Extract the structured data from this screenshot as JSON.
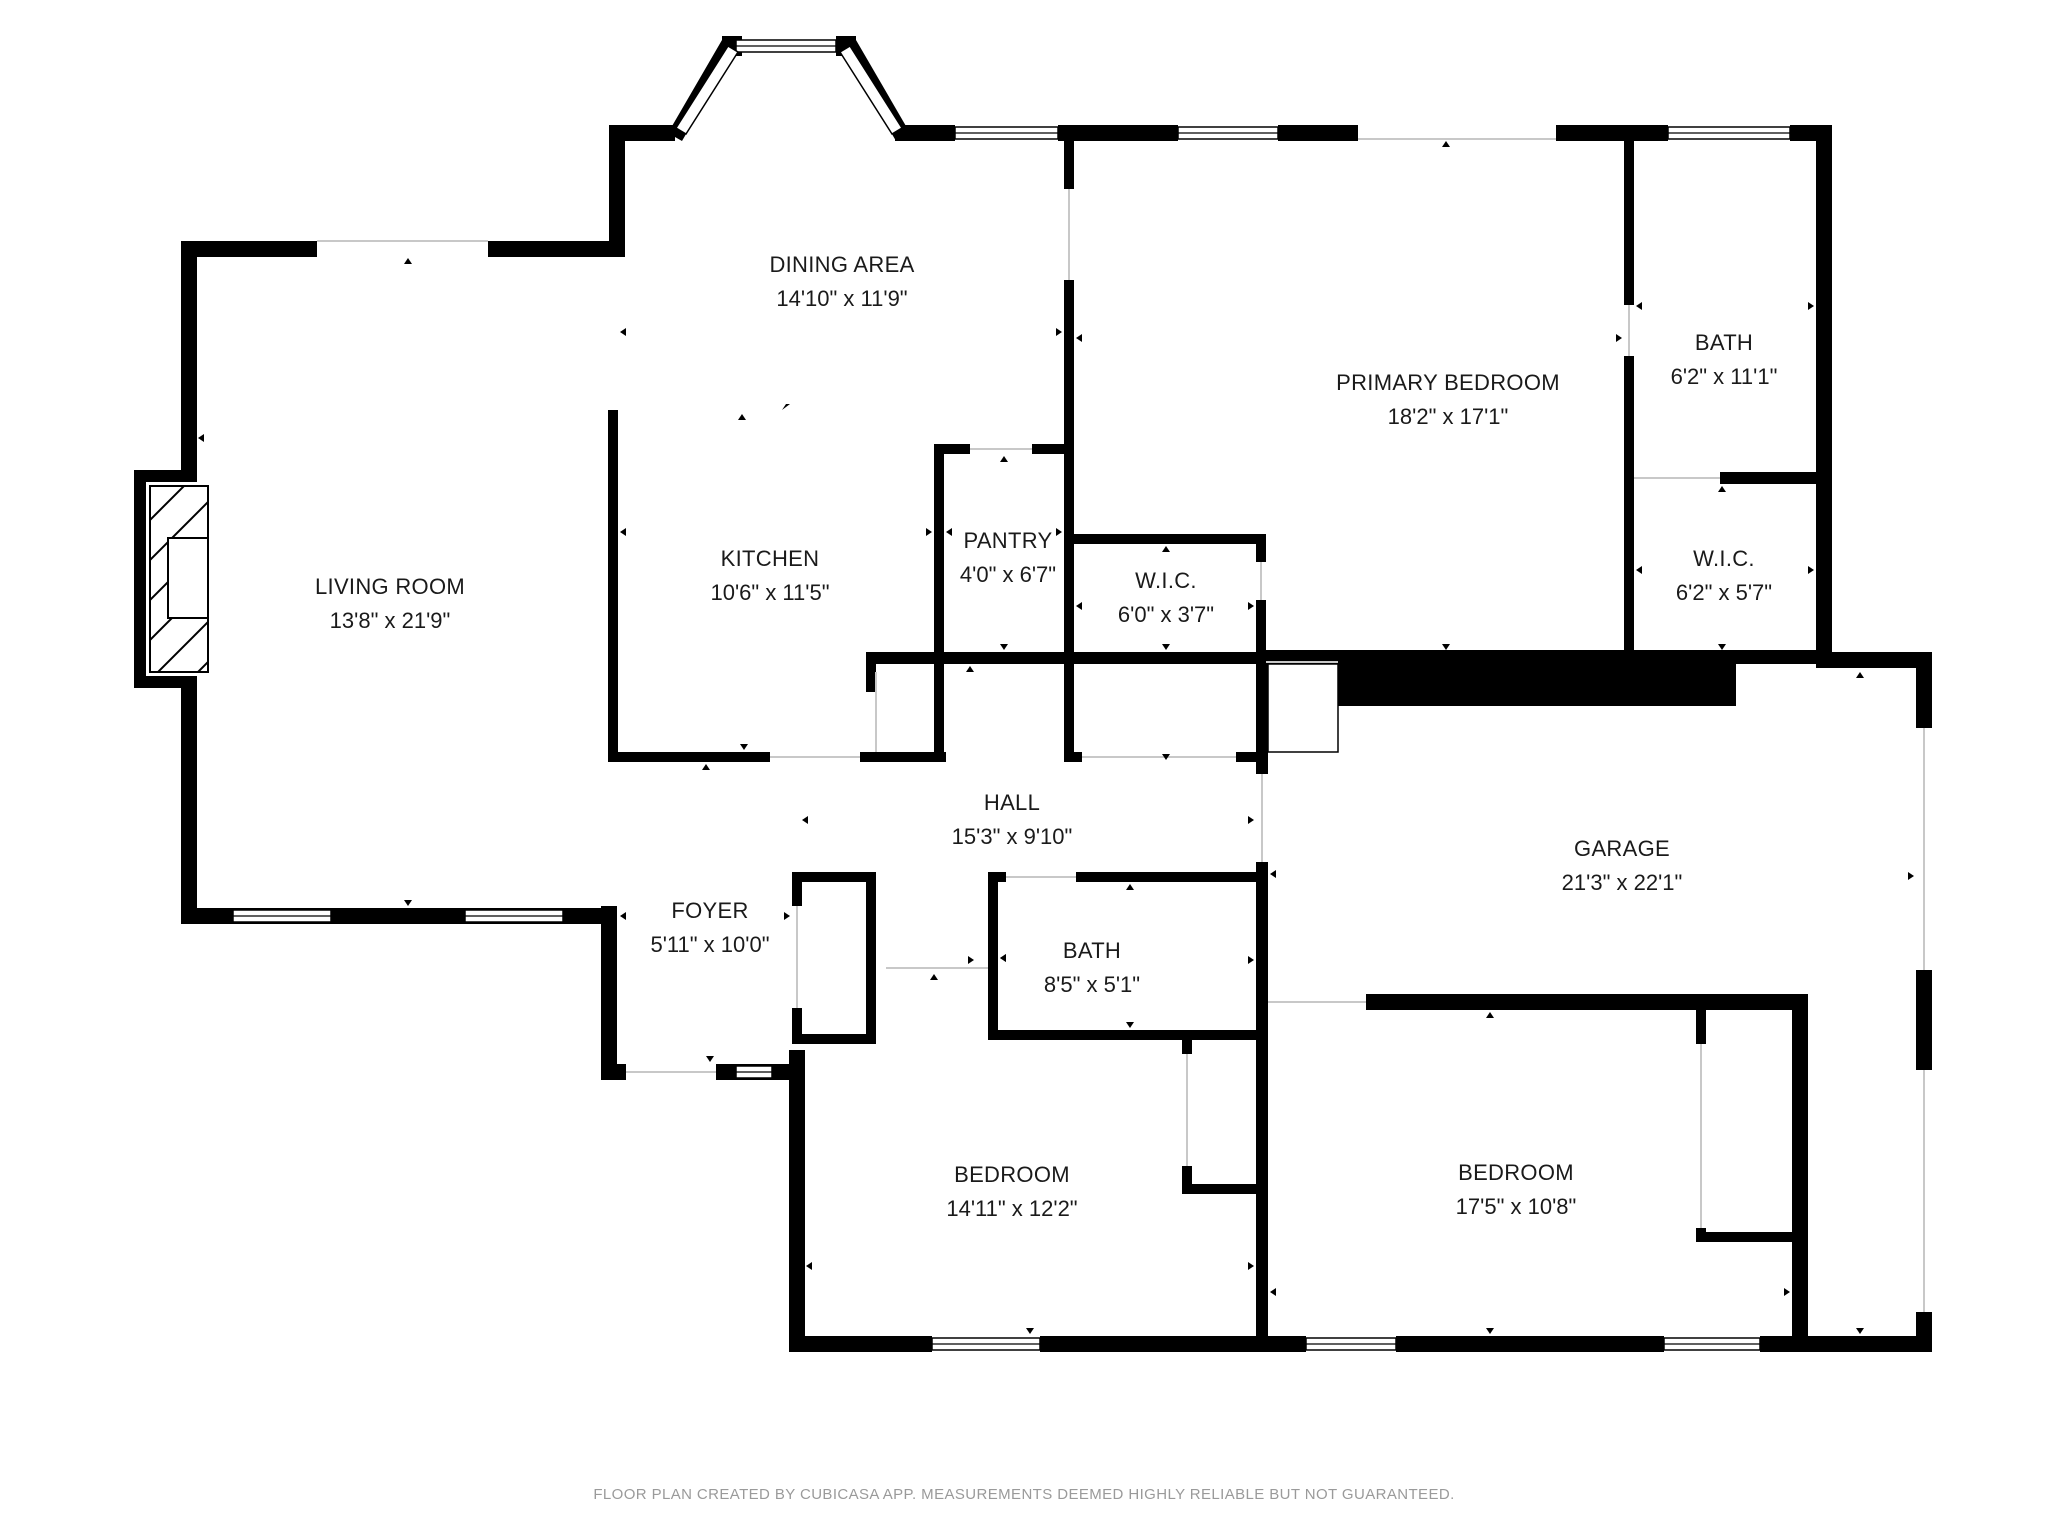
{
  "rooms": {
    "dining_area": {
      "name": "DINING AREA",
      "dims": "14'10\" x 11'9\""
    },
    "primary_bedroom": {
      "name": "PRIMARY BEDROOM",
      "dims": "18'2\" x 17'1\""
    },
    "bath_primary": {
      "name": "BATH",
      "dims": "6'2\" x 11'1\""
    },
    "wic_primary": {
      "name": "W.I.C.",
      "dims": "6'2\" x 5'7\""
    },
    "living_room": {
      "name": "LIVING ROOM",
      "dims": "13'8\" x 21'9\""
    },
    "kitchen": {
      "name": "KITCHEN",
      "dims": "10'6\" x 11'5\""
    },
    "pantry": {
      "name": "PANTRY",
      "dims": "4'0\" x 6'7\""
    },
    "wic_hall": {
      "name": "W.I.C.",
      "dims": "6'0\" x 3'7\""
    },
    "hall": {
      "name": "HALL",
      "dims": "15'3\" x 9'10\""
    },
    "garage": {
      "name": "GARAGE",
      "dims": "21'3\" x 22'1\""
    },
    "foyer": {
      "name": "FOYER",
      "dims": "5'11\" x 10'0\""
    },
    "bath_hall": {
      "name": "BATH",
      "dims": "8'5\" x 5'1\""
    },
    "bedroom_left": {
      "name": "BEDROOM",
      "dims": "14'11\" x 12'2\""
    },
    "bedroom_right": {
      "name": "BEDROOM",
      "dims": "17'5\" x 10'8\""
    }
  },
  "footer": "FLOOR PLAN CREATED BY CUBICASA APP. MEASUREMENTS DEEMED HIGHLY RELIABLE BUT NOT GUARANTEED.",
  "colors": {
    "wall": "#000000",
    "text": "#1a1a1a",
    "footer": "#9a9a9a",
    "background": "#ffffff"
  }
}
